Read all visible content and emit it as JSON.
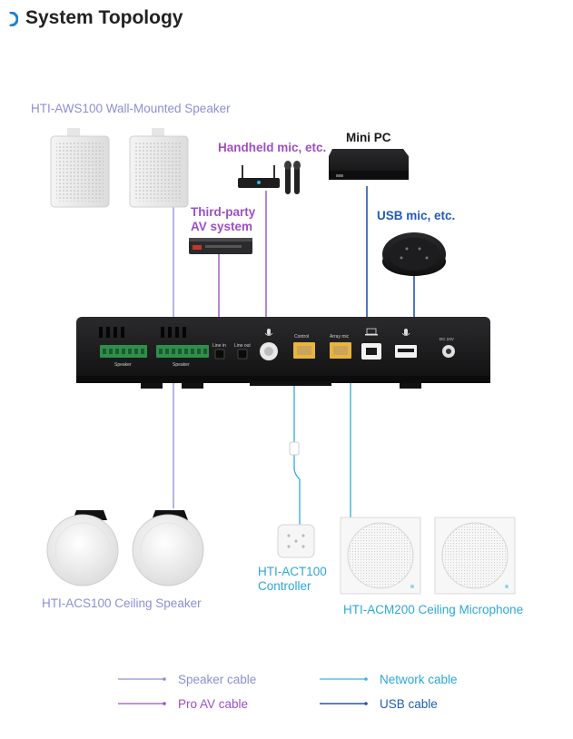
{
  "title": "System Topology",
  "colors": {
    "speaker_cable": "#8c8fd6",
    "pro_av_cable": "#9d4fc4",
    "network_cable": "#3bb3e0",
    "usb_cable": "#2356b0",
    "device_dark": "#1c1c1e",
    "port_yellow": "#e8b53c",
    "terminal_green": "#2f8f4a"
  },
  "devices": {
    "wall_speaker": "HTI-AWS100 Wall-Mounted Speaker",
    "handheld_mic": "Handheld mic, etc.",
    "mini_pc": "Mini PC",
    "third_party": "Third-party\nAV system",
    "usb_mic": "USB mic, etc.",
    "ceiling_speaker": "HTI-ACS100 Ceiling Speaker",
    "controller": "HTI-ACT100\nController",
    "ceiling_mic": "HTI-ACM200 Ceiling Microphone"
  },
  "ports": {
    "speaker_left": "Speaker",
    "speaker_right": "Speaker",
    "line_in": "Line in",
    "line_out": "Line out",
    "control": "Control",
    "array_mic": "Array mic",
    "dc": "DC 24V"
  },
  "legend": {
    "speaker_cable": "Speaker cable",
    "network_cable": "Network cable",
    "pro_av_cable": "Pro AV cable",
    "usb_cable": "USB cable"
  }
}
